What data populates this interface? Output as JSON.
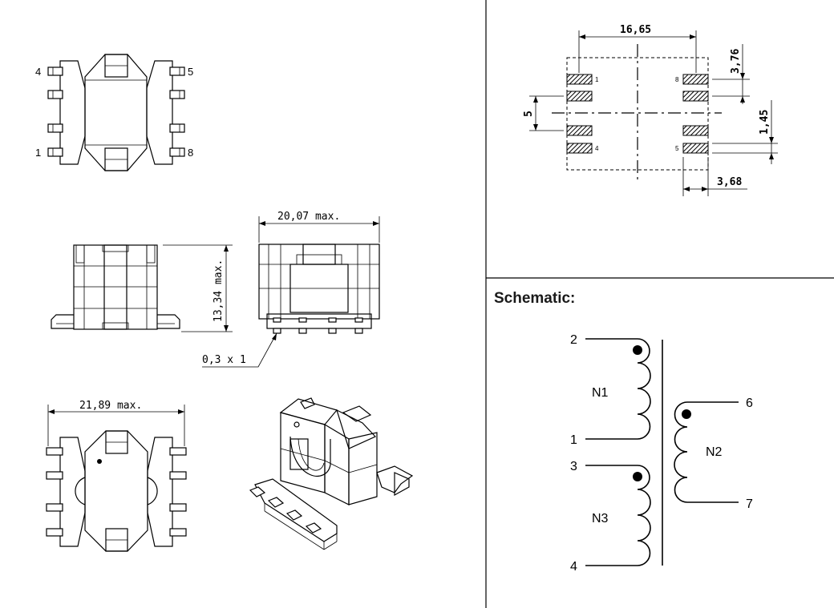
{
  "views": {
    "top": {
      "pins": {
        "p4": "4",
        "p5": "5",
        "p1": "1",
        "p8": "8"
      }
    },
    "side": {
      "width": "20,07 max.",
      "height": "13,34 max.",
      "pin_size": "0,3 x 1"
    },
    "bottom": {
      "width": "21,89 max."
    }
  },
  "footprint": {
    "pitch_outer": "16,65",
    "pad_height": "3,76",
    "row_gap": "5",
    "pad_thickness": "1,45",
    "pad_length": "3,68",
    "pins": {
      "p1": "1",
      "p8": "8",
      "p4": "4",
      "p5": "5"
    }
  },
  "schematic": {
    "heading": "Schematic:",
    "pins": {
      "p2": "2",
      "p1": "1",
      "p3": "3",
      "p4": "4",
      "p6": "6",
      "p7": "7"
    },
    "windings": {
      "n1": "N1",
      "n2": "N2",
      "n3": "N3"
    }
  }
}
